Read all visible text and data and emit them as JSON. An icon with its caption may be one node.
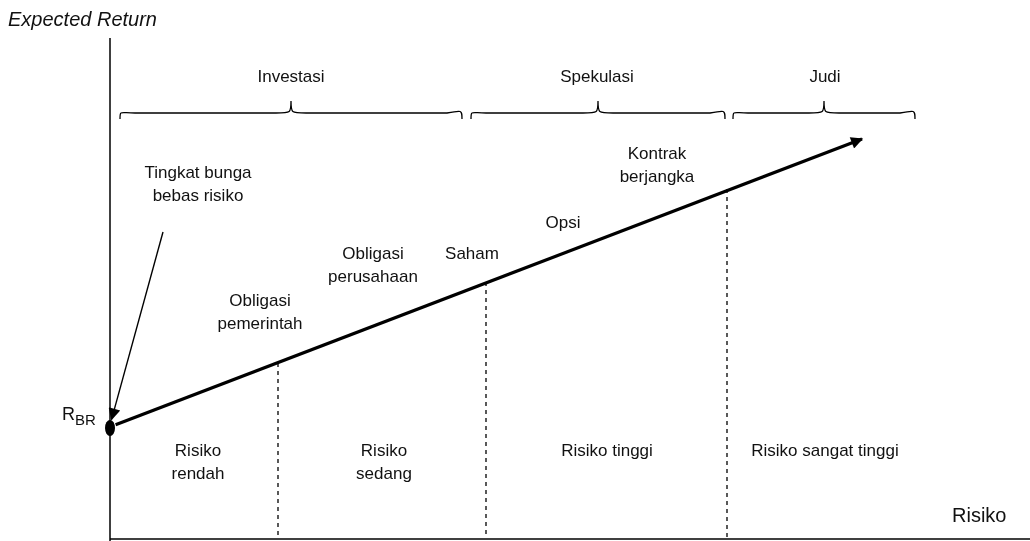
{
  "diagram": {
    "nodes": [
      {
        "text": [
          "Tingkat bunga bebas risiko"
        ]
      },
      {
        "text": [],
        "shape": "circle",
        "beside": [
          "R$_{BR}$"
        ]
      }
    ],
    "edges": [
      {
        "from": 0,
        "to": 1,
        "arrow": "to"
      },
      {
        "from": 1,
        "to": null,
        "arrow": "to",
        "style": "thick"
      }
    ],
    "labels": [
      "Expected Return",
      "Investasi",
      "Spekulasi",
      "Judi",
      "Kontrak berjangka",
      "Opsi",
      "Obligasi perusahaan",
      "Saham",
      "Obligasi pemerintah",
      "Risiko rendah",
      "Risiko sedang",
      "Risiko tinggi",
      "Risiko sangat tinggi",
      "Risiko"
    ]
  }
}
